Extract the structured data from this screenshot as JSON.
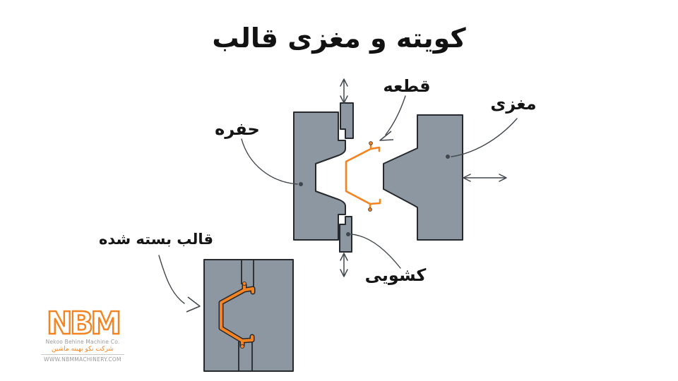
{
  "title": "کویته و مغزی قالب",
  "diagram": {
    "labels": {
      "cavity": "حفره",
      "part": "قطعه",
      "core": "مغزی",
      "slider": "کشویی",
      "closed_mold": "قالب بسته شده"
    }
  },
  "logo": {
    "name": "NBM",
    "company_en": "Nekoo Behine Machine Co.",
    "company_fa": "شرکت نکو بهینه ماشین",
    "website": "WWW.NBMMACHINERY.COM"
  },
  "colors": {
    "background": "#ffffff",
    "title_black": "#121212",
    "block_gray": "#8d97a1",
    "block_stroke": "#26292d",
    "part_orange": "#f5831f",
    "leader_gray": "#41474d",
    "logo_text_gray": "#9a9a9a"
  }
}
